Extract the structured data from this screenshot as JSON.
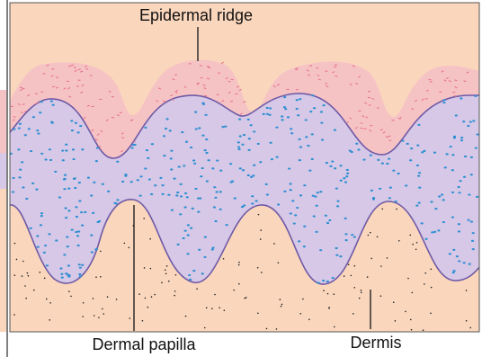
{
  "labels": {
    "epidermal_ridge": "Epidermal ridge",
    "dermal_papilla": "Dermal papilla",
    "dermis": "Dermis"
  },
  "colors": {
    "background": "#ffffff",
    "border": "#555555",
    "epidermis_outer": "#f6c3c5",
    "epidermis_dash": "#e46f88",
    "epidermis_edge": "#6f5aa6",
    "basal_layer": "#d6c8e6",
    "basal_dots": "#2f8fd2",
    "dermis": "#fad6bc",
    "dermis_dots": "#222222",
    "leader": "#222222"
  }
}
